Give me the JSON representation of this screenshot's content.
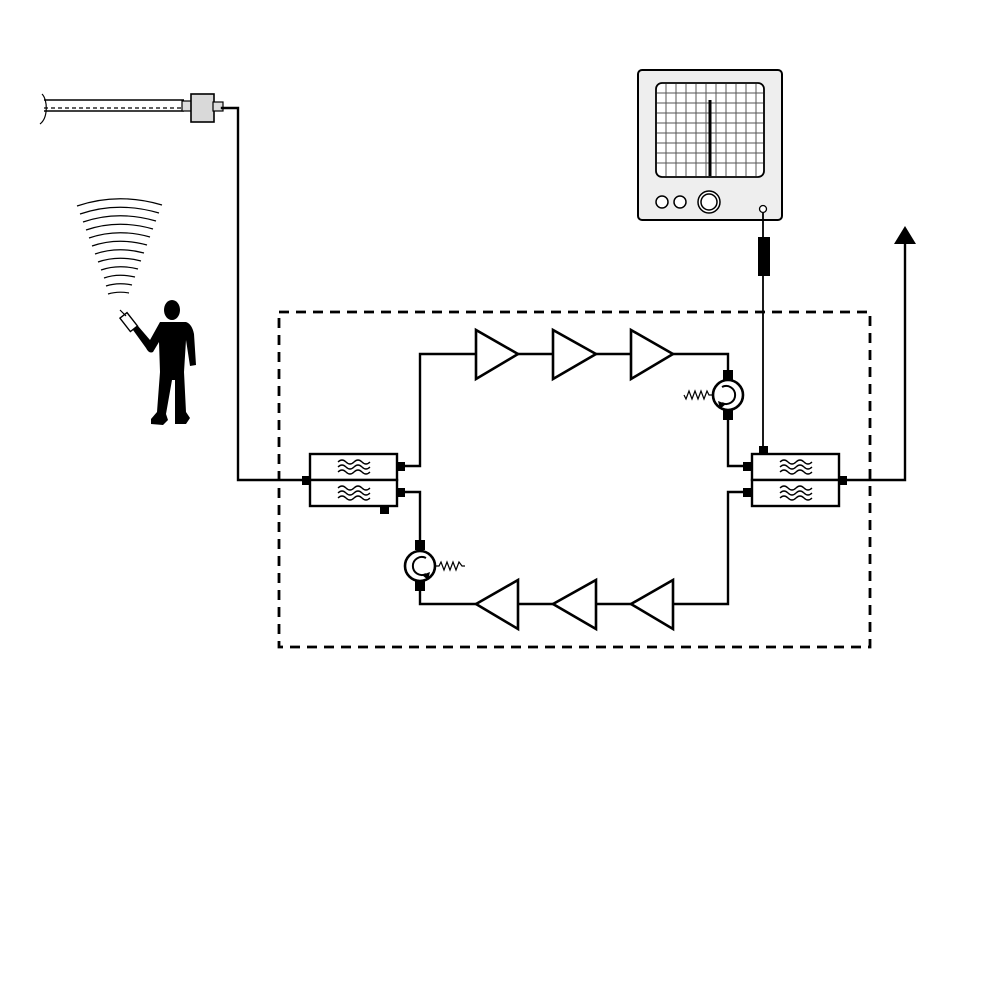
{
  "diagram": {
    "type": "block-diagram",
    "description_visible_text": "",
    "components": {
      "antenna_cable": {
        "icon": "coaxial-cable-icon"
      },
      "person": {
        "icon": "person-with-phone-icon"
      },
      "spectrum_monitor": {
        "icon": "spectrum-analyzer-icon"
      },
      "left_duplexer": {
        "icon": "duplexer-filter-icon"
      },
      "right_duplexer": {
        "icon": "duplexer-filter-icon"
      },
      "uplink_chain": {
        "icon": "amplifier-icon",
        "count": 3
      },
      "downlink_chain": {
        "icon": "amplifier-icon",
        "count": 3
      },
      "circulators": {
        "icon": "circulator-icon",
        "count": 2
      },
      "output_antenna": {
        "icon": "arrow-up-icon"
      }
    },
    "colors": {
      "stroke": "#000000",
      "fill": "#ffffff",
      "device_body": "#eeeeee",
      "screen_grid": "#555555"
    }
  }
}
